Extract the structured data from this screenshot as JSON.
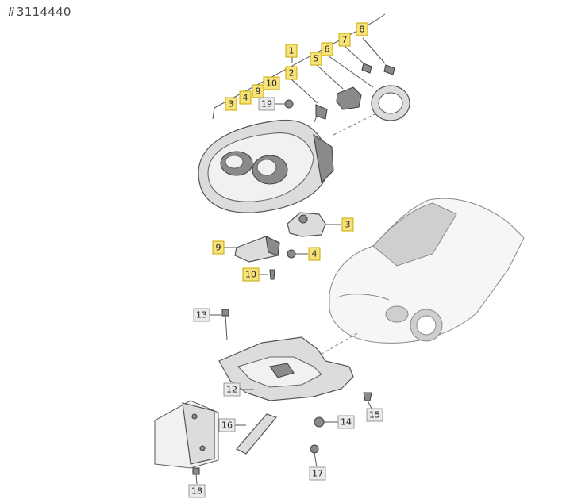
{
  "diagram_id": "#3114440",
  "labels": {
    "l1": "1",
    "l2": "2",
    "l3a": "3",
    "l4a": "4",
    "l9a": "9",
    "l10a": "10",
    "l5": "5",
    "l6": "6",
    "l7": "7",
    "l8": "8",
    "l19": "19",
    "l3b": "3",
    "l4b": "4",
    "l9b": "9",
    "l10b": "10",
    "l13": "13",
    "l12": "12",
    "l16": "16",
    "l14": "14",
    "l15": "15",
    "l17": "17",
    "l18": "18"
  },
  "colors": {
    "highlight": "#f7e27a",
    "neutral": "#e9e9e9"
  }
}
